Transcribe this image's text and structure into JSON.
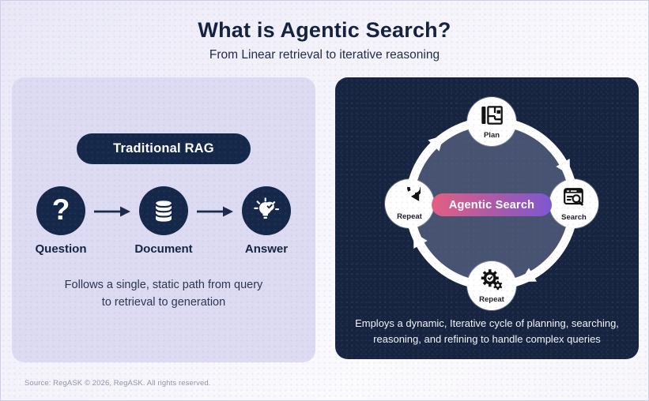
{
  "header": {
    "title": "What is Agentic Search?",
    "subtitle": "From Linear retrieval to iterative reasoning"
  },
  "left_panel": {
    "badge": "Traditional RAG",
    "steps": [
      {
        "label": "Question",
        "icon": "question-icon"
      },
      {
        "label": "Document",
        "icon": "database-icon"
      },
      {
        "label": "Answer",
        "icon": "lightbulb-check-icon"
      }
    ],
    "question_glyph": "?",
    "description_line1": "Follows a single, static path from query",
    "description_line2": "to retrieval to generation"
  },
  "right_panel": {
    "center_badge": "Agentic Search",
    "nodes": [
      {
        "label": "Plan",
        "icon": "blueprint-plan-icon"
      },
      {
        "label": "Search",
        "icon": "browser-search-icon"
      },
      {
        "label": "Repeat",
        "icon": "gears-check-icon"
      },
      {
        "label": "Repeat",
        "icon": "rotate-arrow-icon"
      }
    ],
    "description_line1": "Employs a dynamic, Iterative cycle of planning, searching,",
    "description_line2": "reasoning, and refining to handle complex queries"
  },
  "footer": {
    "source": "Source: RegASK © 2026, RegASK. All rights reserved."
  },
  "colors": {
    "navy": "#16284a",
    "dark_panel": "#162440",
    "light_panel": "#dcdbf2",
    "inner_disk": "#475370",
    "gradient_from": "#e55f82",
    "gradient_to": "#7d57d2",
    "title_text": "#14223f",
    "footer_text": "#9196a8"
  }
}
